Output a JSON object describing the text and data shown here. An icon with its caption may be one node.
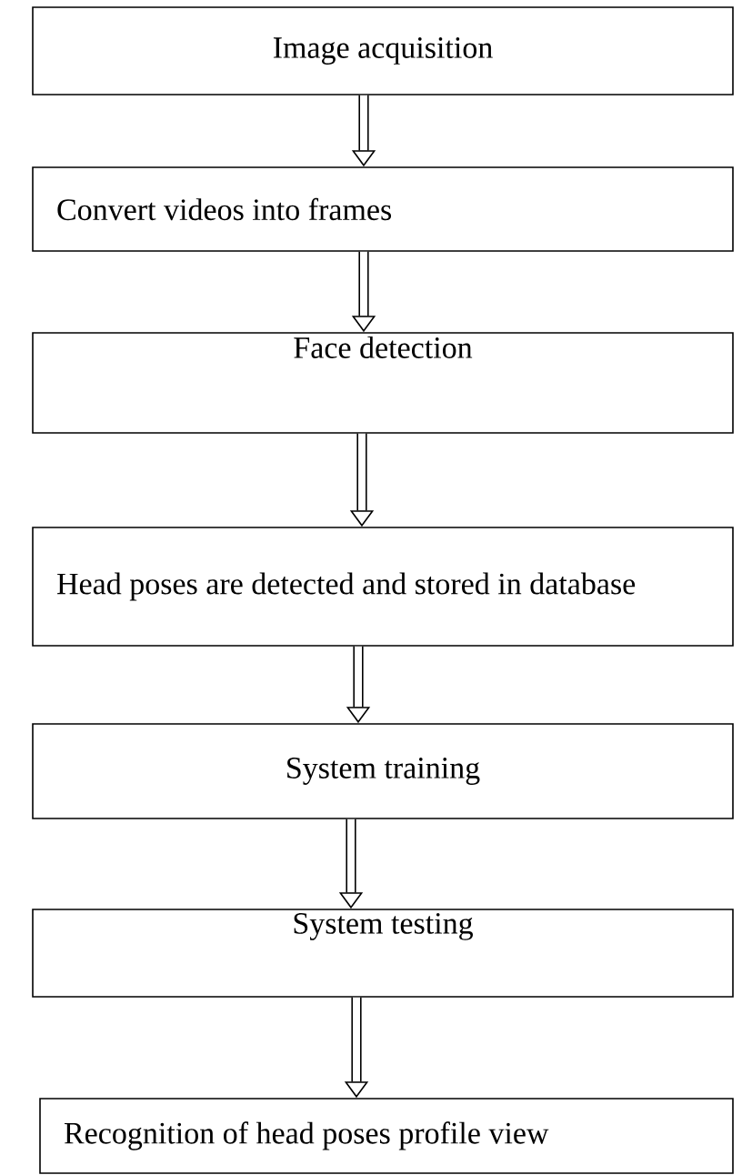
{
  "diagram": {
    "nodes": [
      {
        "text": [
          "Image acquisition"
        ]
      },
      {
        "text": [
          "Convert videos into frames"
        ]
      },
      {
        "text": [
          "Face detection"
        ]
      },
      {
        "text": [
          "Head poses are detected and stored in database"
        ]
      },
      {
        "text": [
          "System training"
        ]
      },
      {
        "text": [
          "System testing"
        ]
      },
      {
        "text": [
          "Recognition of head poses profile view"
        ]
      }
    ],
    "edges": [
      {
        "from": 0,
        "to": 1,
        "arrow": "to"
      },
      {
        "from": 1,
        "to": 2,
        "arrow": "to"
      },
      {
        "from": 2,
        "to": 3,
        "arrow": "to"
      },
      {
        "from": 3,
        "to": 4,
        "arrow": "to"
      },
      {
        "from": 4,
        "to": 5,
        "arrow": "to"
      },
      {
        "from": 5,
        "to": 6,
        "arrow": "to"
      }
    ]
  }
}
